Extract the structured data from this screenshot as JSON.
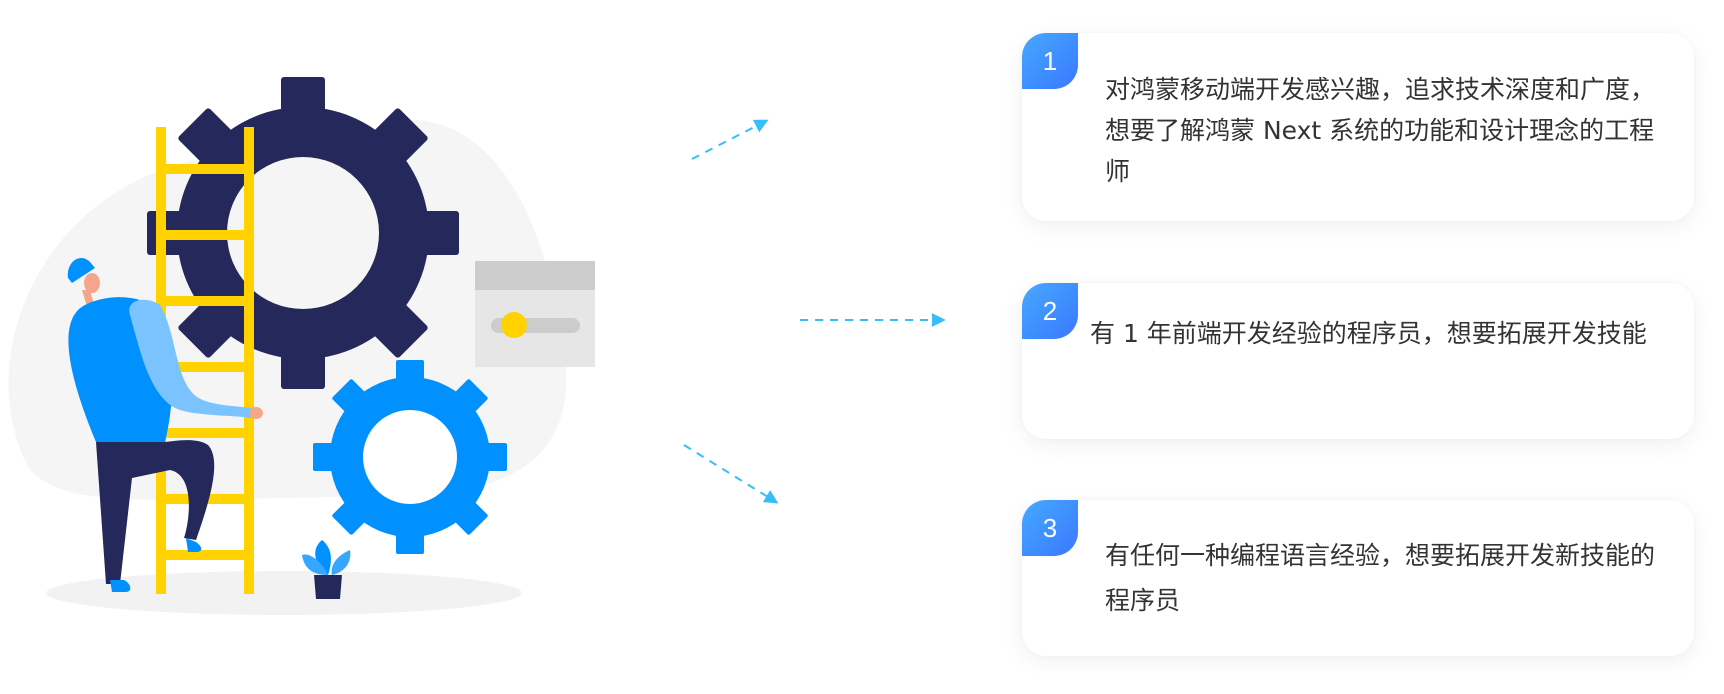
{
  "audience": [
    {
      "number": "1",
      "text": "对鸿蒙移动端开发感兴趣，追求技术深度和广度，想要了解鸿蒙 Next 系统的功能和设计理念的工程师"
    },
    {
      "number": "2",
      "text": "有 1 年前端开发经验的程序员，想要拓展开发技能"
    },
    {
      "number": "3",
      "text": "有任何一种编程语言经验，想要拓展开发新技能的程序员"
    }
  ],
  "colors": {
    "navy": "#25285a",
    "blue": "#0091ff",
    "yellow": "#ffd200",
    "arrow": "#38bdf8",
    "badge": "#3a8bff"
  }
}
